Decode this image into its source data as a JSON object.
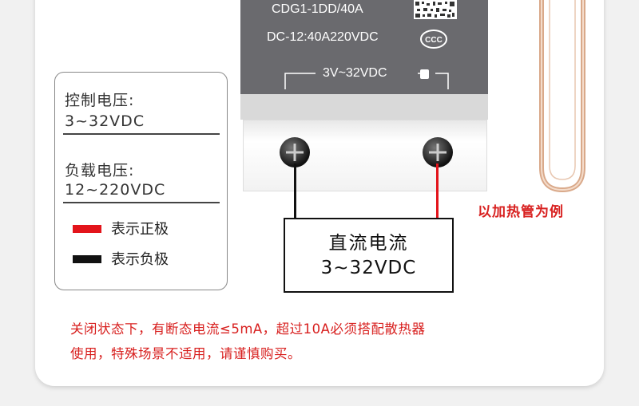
{
  "specs": {
    "control_voltage_label": "控制电压:",
    "control_voltage_value": "3~32VDC",
    "load_voltage_label": "负载电压:",
    "load_voltage_value": "12~220VDC",
    "legend": [
      {
        "color": "#e3141b",
        "text": "表示正极"
      },
      {
        "color": "#111111",
        "text": "表示负极"
      }
    ]
  },
  "relay": {
    "model": "CDG1-1DD/40A",
    "rating": "DC-12:40A220VDC",
    "cert_mark": "CCC",
    "input_range": "3V~32VDC"
  },
  "dc_source": {
    "title": "直流电流",
    "range": "3~32VDC"
  },
  "heater_label": "以加热管为例",
  "notes": {
    "line1": "关闭状态下，有断态电流≤5mA，超过10A必须搭配散热器",
    "line2": "使用，特殊场景不适用，请谨慎购买。"
  },
  "colors": {
    "positive": "#e3141b",
    "negative": "#111111",
    "warning_text": "#d8201f"
  }
}
